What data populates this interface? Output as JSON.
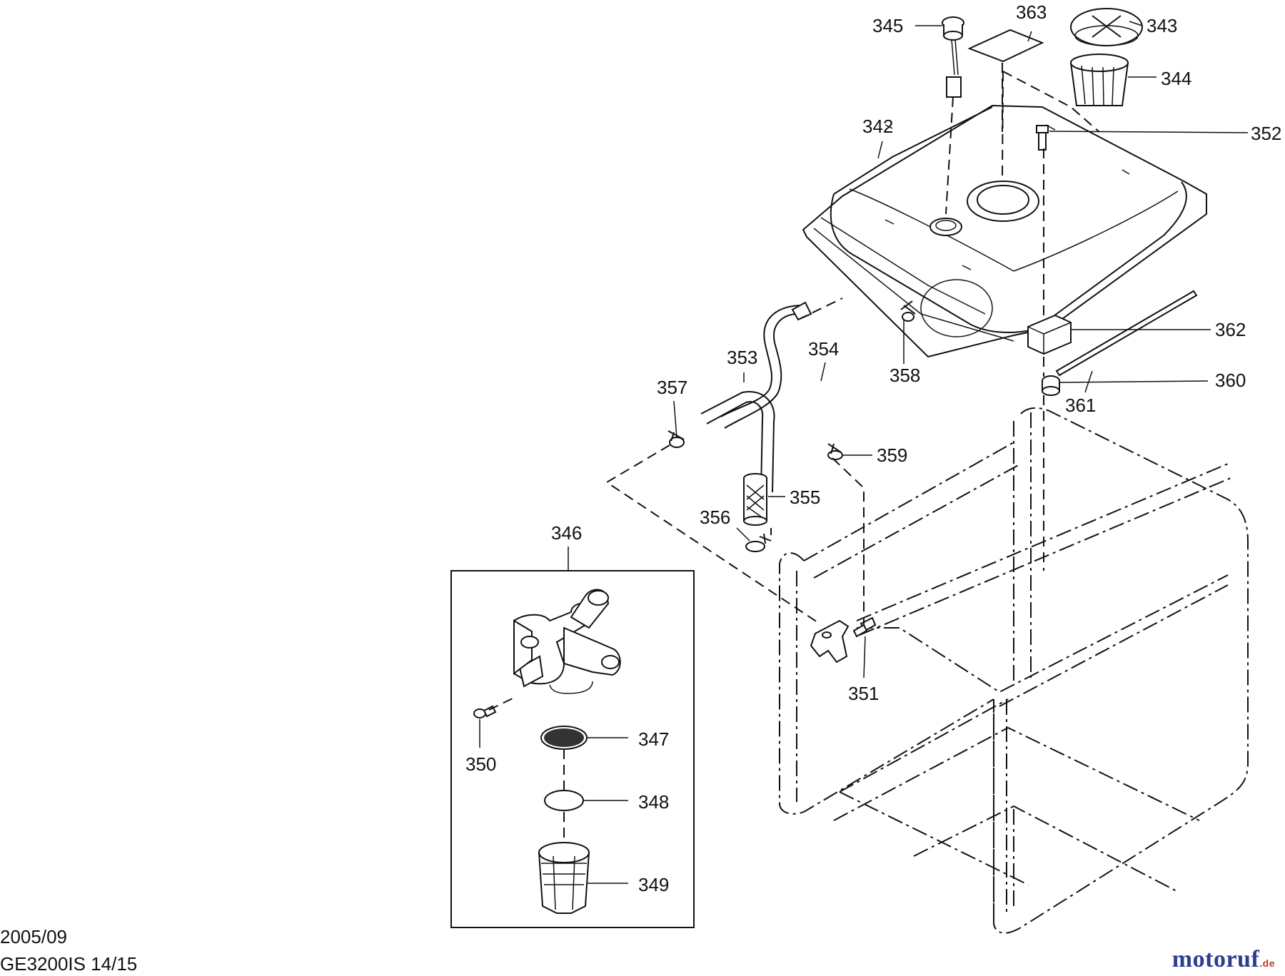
{
  "diagram": {
    "parts": [
      {
        "id": "345",
        "label": "345"
      },
      {
        "id": "363",
        "label": "363"
      },
      {
        "id": "343",
        "label": "343"
      },
      {
        "id": "344",
        "label": "344"
      },
      {
        "id": "342",
        "label": "342"
      },
      {
        "id": "352",
        "label": "352"
      },
      {
        "id": "362",
        "label": "362"
      },
      {
        "id": "360",
        "label": "360"
      },
      {
        "id": "361",
        "label": "361"
      },
      {
        "id": "358",
        "label": "358"
      },
      {
        "id": "354",
        "label": "354"
      },
      {
        "id": "353",
        "label": "353"
      },
      {
        "id": "357",
        "label": "357"
      },
      {
        "id": "359",
        "label": "359"
      },
      {
        "id": "355",
        "label": "355"
      },
      {
        "id": "356",
        "label": "356"
      },
      {
        "id": "346",
        "label": "346"
      },
      {
        "id": "351",
        "label": "351"
      },
      {
        "id": "347",
        "label": "347"
      },
      {
        "id": "350",
        "label": "350"
      },
      {
        "id": "348",
        "label": "348"
      },
      {
        "id": "349",
        "label": "349"
      }
    ]
  },
  "footer": {
    "date": "2005/09",
    "model": "GE3200IS 14/15",
    "brand": "motoruf",
    "brand_suffix": ".de"
  }
}
